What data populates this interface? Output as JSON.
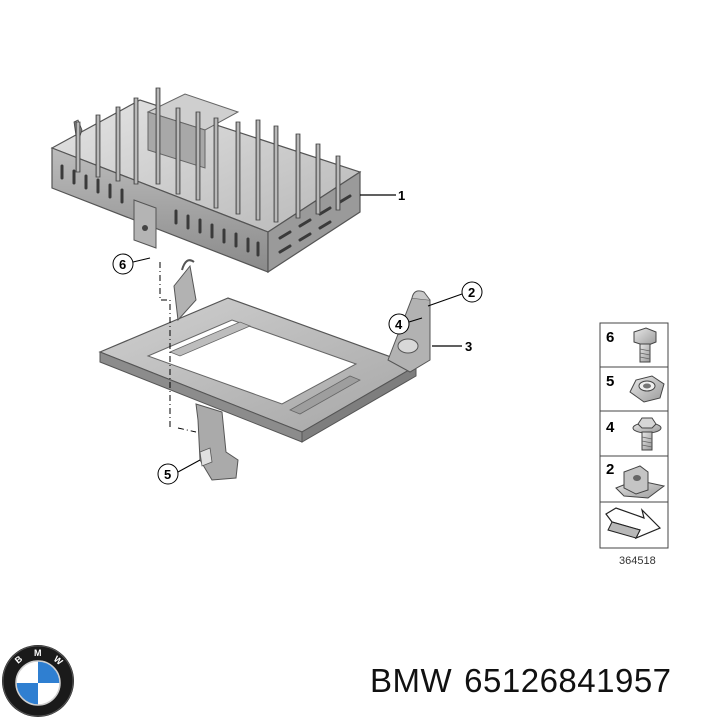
{
  "callouts": [
    "1",
    "2",
    "3",
    "4",
    "5",
    "6"
  ],
  "legend": {
    "items": [
      {
        "num": "6",
        "icon": "bolt-icon"
      },
      {
        "num": "5",
        "icon": "hex-nut-icon"
      },
      {
        "num": "4",
        "icon": "screw-icon"
      },
      {
        "num": "2",
        "icon": "clip-nut-icon"
      }
    ],
    "arrow_icon": "direction-arrow-icon",
    "ref_number": "364518"
  },
  "caption": {
    "brand": "BMW",
    "part_number": "65126841957"
  },
  "logo": {
    "text": "BMW",
    "colors": {
      "ring": "#1a1a1a",
      "blue": "#2f7fd1",
      "white": "#ffffff"
    }
  }
}
